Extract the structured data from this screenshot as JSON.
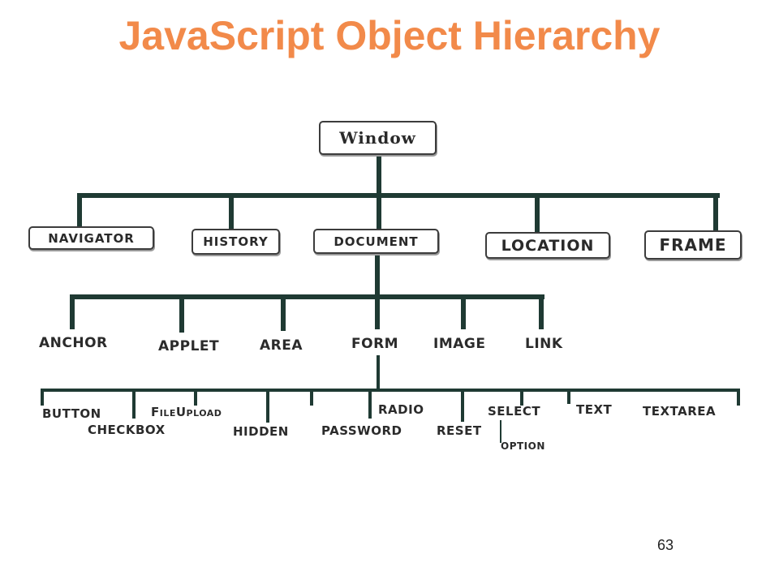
{
  "title": "JavaScript Object Hierarchy",
  "page_number": "63",
  "colors": {
    "title": "#f28a4a",
    "lines": "#1f3a33",
    "text": "#2a2a2a"
  },
  "root": {
    "label": "Window"
  },
  "window_children": [
    "NAVIGATOR",
    "HISTORY",
    "DOCUMENT",
    "LOCATION",
    "FRAME"
  ],
  "document_children": [
    "ANCHOR",
    "APPLET",
    "AREA",
    "FORM",
    "IMAGE",
    "LINK"
  ],
  "form_children": [
    "BUTTON",
    "CHECKBOX",
    "FileUpload",
    "HIDDEN",
    "PASSWORD",
    "RADIO",
    "RESET",
    "SELECT",
    "TEXT",
    "TEXTAREA"
  ],
  "select_child": "OPTION"
}
